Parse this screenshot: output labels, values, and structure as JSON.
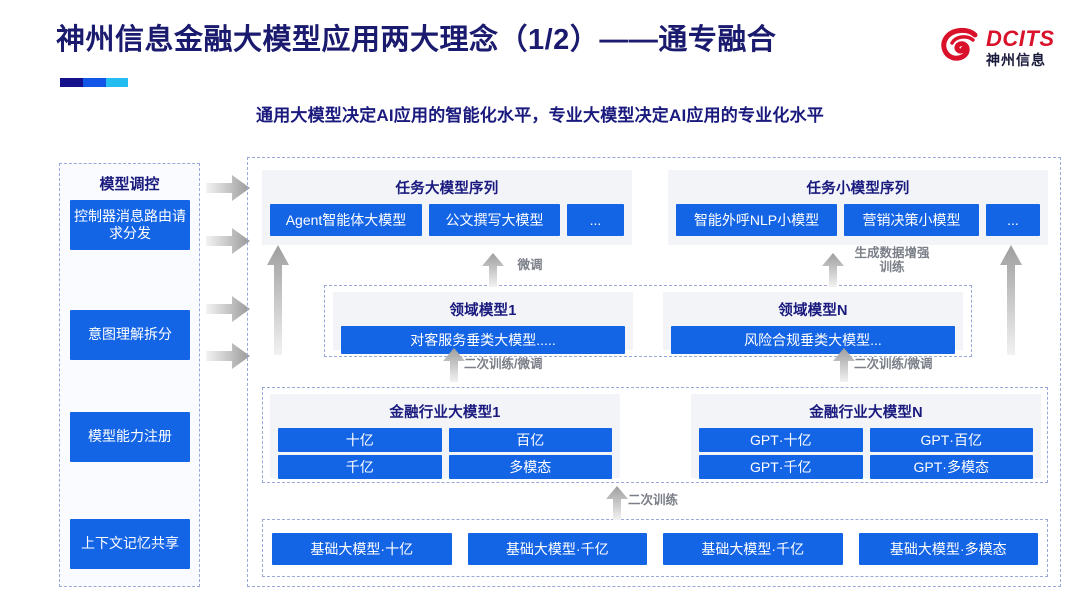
{
  "header": {
    "title": "神州信息金融大模型应用两大理念（1/2）——通专融合",
    "subtitle": "通用大模型决定AI应用的智能化水平，专业大模型决定AI应用的专业化水平",
    "logo_en": "DCITS",
    "logo_cn": "神州信息",
    "accent_colors": [
      "#15118c",
      "#1256e8",
      "#24bdf0"
    ],
    "title_color": "#1a1a6e",
    "chip_color": "#1464e6"
  },
  "left_column": {
    "title": "模型调控",
    "items": [
      {
        "label": "控制器消息路由请求分发"
      },
      {
        "label": "意图理解拆分"
      },
      {
        "label": "模型能力注册"
      },
      {
        "label": "上下文记忆共享"
      }
    ]
  },
  "task_models": [
    {
      "title": "任务大模型序列",
      "chips": [
        "Agent智能体大模型",
        "公文撰写大模型",
        "..."
      ]
    },
    {
      "title": "任务小模型序列",
      "chips": [
        "智能外呼NLP小模型",
        "营销决策小模型",
        "..."
      ]
    }
  ],
  "domain_models": [
    {
      "title": "领域模型1",
      "chips": [
        "对客服务垂类大模型....."
      ]
    },
    {
      "title": "领域模型N",
      "chips": [
        "风险合规垂类大模型..."
      ]
    }
  ],
  "industry_models": [
    {
      "title": "金融行业大模型1",
      "chips": [
        "十亿",
        "百亿",
        "千亿",
        "多模态"
      ]
    },
    {
      "title": "金融行业大模型N",
      "chips": [
        "GPT·十亿",
        "GPT·百亿",
        "GPT·千亿",
        "GPT·多模态"
      ]
    }
  ],
  "base_models": {
    "chips": [
      "基础大模型·十亿",
      "基础大模型·千亿",
      "基础大模型·千亿",
      "基础大模型·多模态"
    ]
  },
  "flow_labels": {
    "fine_tune": "微调",
    "data_augment": "生成数据增强\n训练",
    "retrain_tune_left": "二次训练/微调",
    "retrain_tune_right": "二次训练/微调",
    "retrain": "二次训练"
  }
}
